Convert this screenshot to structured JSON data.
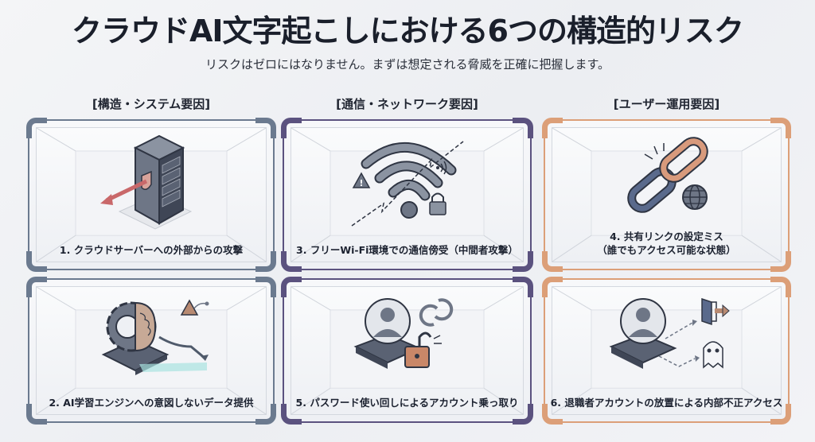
{
  "header": {
    "title": "クラウドAI文字起こしにおける6つの構造的リスク",
    "subtitle": "リスクはゼロにはなりません。まずは想定される脅威を正確に把握します。"
  },
  "columns": [
    {
      "heading": "[構造・システム要因]",
      "color": "#6b7a8f"
    },
    {
      "heading": "[通信・ネットワーク要因]",
      "color": "#5b527f"
    },
    {
      "heading": "[ユーザー運用要因]",
      "color": "#dc9f78"
    }
  ],
  "risks": [
    {
      "number": 1,
      "label": "1. クラウドサーバーへの外部からの攻撃",
      "icon": "server-attack-icon",
      "column": 0,
      "row": 0
    },
    {
      "number": 2,
      "label": "2. AI学習エンジンへの意図しないデータ提供",
      "icon": "ai-brain-gear-icon",
      "column": 0,
      "row": 1
    },
    {
      "number": 3,
      "label": "3. フリーWi-Fi環境での通信傍受（中間者攻撃）",
      "icon": "wifi-intercept-icon",
      "column": 1,
      "row": 0
    },
    {
      "number": 4,
      "label_line1": "4. 共有リンクの設定ミス",
      "label_line2": "（誰でもアクセス可能な状態）",
      "icon": "broken-link-icon",
      "column": 2,
      "row": 0
    },
    {
      "number": 5,
      "label": "5. パスワード使い回しによるアカウント乗っ取り",
      "icon": "account-takeover-icon",
      "column": 1,
      "row": 1
    },
    {
      "number": 6,
      "label": "6. 退職者アカウントの放置による内部不正アクセス",
      "icon": "ghost-account-icon",
      "column": 2,
      "row": 1
    }
  ]
}
